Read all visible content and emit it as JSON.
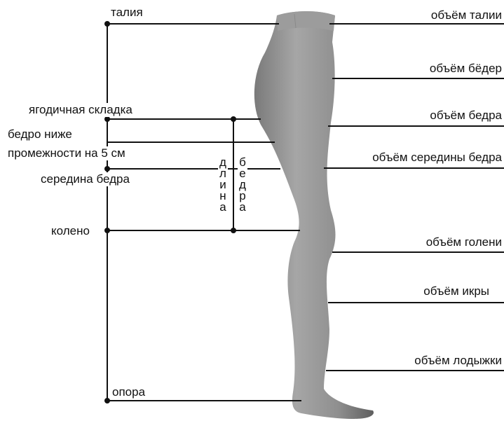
{
  "left_labels": {
    "waist": "талия",
    "gluteal_fold": "ягодичная складка",
    "below_crotch_line1": "бедро ниже",
    "below_crotch_line2": "промежности на 5 см",
    "mid_thigh": "середина бедра",
    "knee": "колено",
    "support": "опора"
  },
  "right_labels": {
    "waist": "объём талии",
    "hips": "объём бёдер",
    "thigh": "объём бедра",
    "mid_thigh": "объём середины бедра",
    "shin": "объём голени",
    "calf": "объём икры",
    "ankle": "объём лодыжки"
  },
  "thigh_length": {
    "word_left": [
      "д",
      "л",
      "и",
      "н",
      "а"
    ],
    "word_right": [
      "б",
      "е",
      "д",
      "р",
      "а"
    ]
  },
  "colors": {
    "line": "#111111",
    "leg_light": "#a9a9a9",
    "leg_dark": "#6e6e6e"
  }
}
